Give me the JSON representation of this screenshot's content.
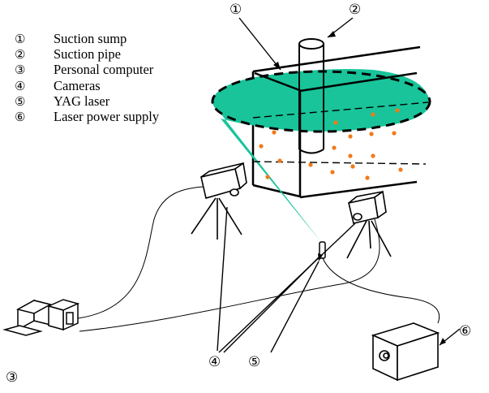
{
  "legend": [
    {
      "num": "①",
      "label": "Suction sump"
    },
    {
      "num": "②",
      "label": "Suction pipe"
    },
    {
      "num": "③",
      "label": "Personal computer"
    },
    {
      "num": "④",
      "label": "Cameras"
    },
    {
      "num": "⑤",
      "label": "YAG laser"
    },
    {
      "num": "⑥",
      "label": "Laser power supply"
    }
  ],
  "callouts": {
    "c1": "①",
    "c2": "②",
    "c3": "③",
    "c4": "④",
    "c5": "⑤",
    "c6": "⑥"
  },
  "colors": {
    "laser_sheet": "#19c49a",
    "particles": "#f07a1a",
    "lines": "#000000"
  }
}
